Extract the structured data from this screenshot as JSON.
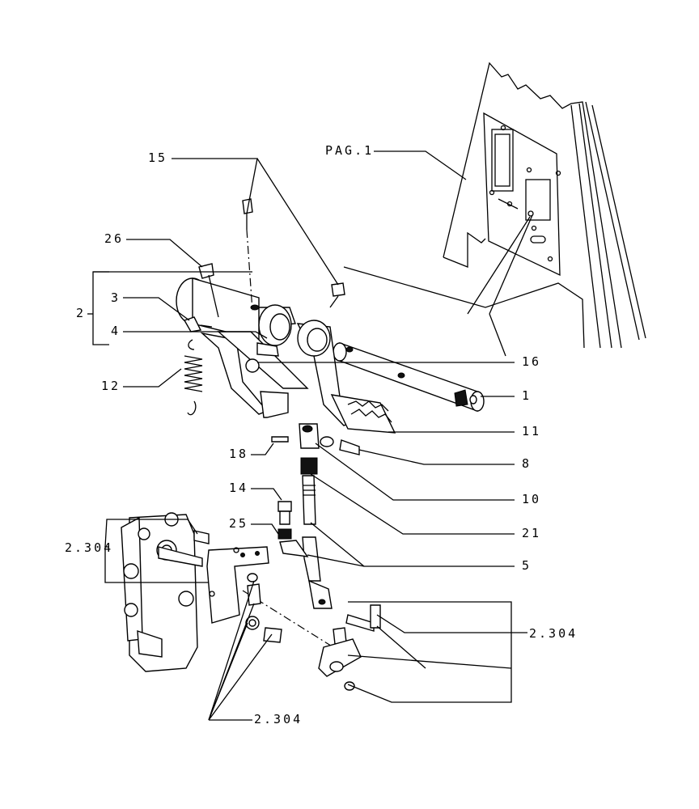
{
  "callouts": {
    "c15": "15",
    "c26": "26",
    "c2": "2",
    "c3": "3",
    "c4": "4",
    "c12": "12",
    "c16": "16",
    "c1": "1",
    "c11": "11",
    "c18": "18",
    "c8": "8",
    "c10": "10",
    "c14": "14",
    "c21": "21",
    "c25": "25",
    "c5": "5",
    "c2304_left": "2.304",
    "c2304_right": "2.304",
    "c2304_bottom": "2.304"
  },
  "page_ref": "PAG.1"
}
